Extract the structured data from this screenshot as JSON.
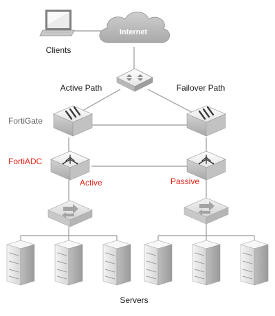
{
  "labels": {
    "internet": "Internet",
    "clients": "Clients",
    "active_path": "Active Path",
    "failover_path": "Failover Path",
    "fortigate": "FortiGate",
    "fortiadc": "FortiADC",
    "active": "Active",
    "passive": "Passive",
    "servers": "Servers"
  },
  "colors": {
    "status_red": "#e1261c",
    "label_grey": "#6b6b6b",
    "link_grey": "#a8a8a8",
    "cloud": "#bcbcbc"
  },
  "icons": {
    "laptop": "laptop-icon",
    "cloud": "cloud-icon",
    "router": "router-icon",
    "firewall": "firewall-icon",
    "load_balancer": "load-balancer-icon",
    "switch": "switch-icon",
    "server": "server-rack-icon"
  }
}
